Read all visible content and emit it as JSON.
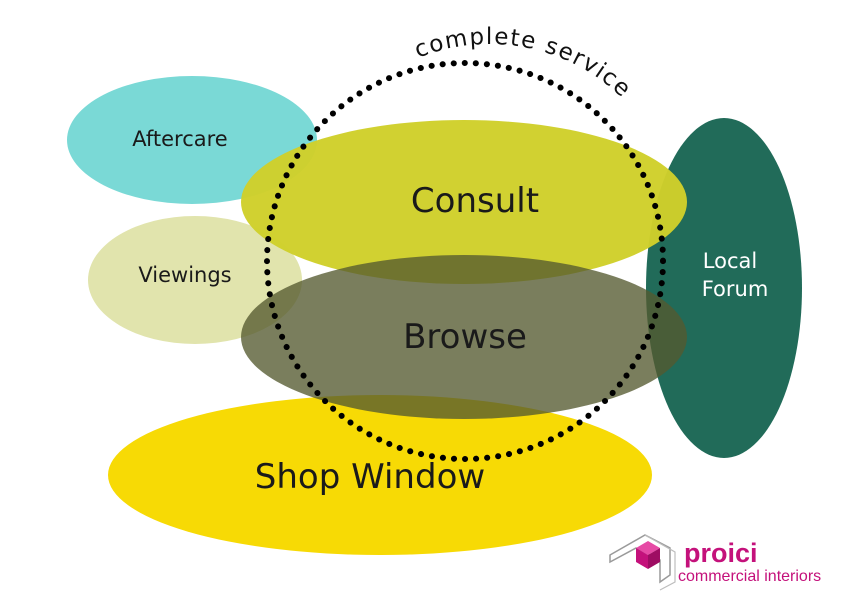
{
  "diagram": {
    "arc_label": "complete service",
    "nodes": [
      {
        "id": "aftercare",
        "label": "Aftercare",
        "color": "#7ad9d6"
      },
      {
        "id": "viewings",
        "label": "Viewings",
        "color": "#e1e4ad"
      },
      {
        "id": "consult",
        "label": "Consult",
        "color": "#cfd02a"
      },
      {
        "id": "browse",
        "label": "Browse",
        "color": "#6b7045"
      },
      {
        "id": "shop-window",
        "label": "Shop Window",
        "color": "#f7da05"
      },
      {
        "id": "local-forum",
        "label_line1": "Local",
        "label_line2": "Forum",
        "color": "#216b59"
      }
    ]
  },
  "logo": {
    "name": "proici",
    "tagline": "commercial interiors",
    "color": "#c4117b"
  }
}
